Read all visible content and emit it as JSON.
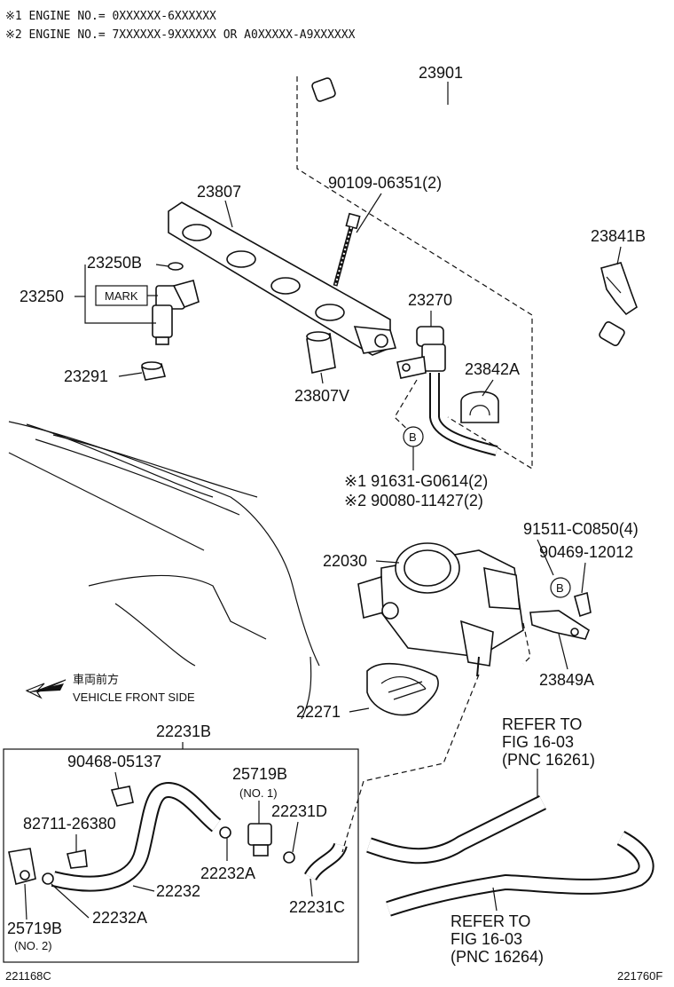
{
  "notes": [
    "※1 ENGINE NO.= 0XXXXXX-6XXXXXX",
    "※2 ENGINE NO.= 7XXXXXX-9XXXXXX OR A0XXXXX-A9XXXXXX"
  ],
  "parts": {
    "p23901": "23901",
    "p23807": "23807",
    "p90109": "90109-06351(2)",
    "p23841B": "23841B",
    "p23250B": "23250B",
    "p23250": "23250",
    "mark": "MARK",
    "p23291": "23291",
    "p23807V": "23807V",
    "p23270": "23270",
    "p23842A": "23842A",
    "p91631": "※1 91631-G0614(2)",
    "p90080": "※2 90080-11427(2)",
    "p91511": "91511-C0850(4)",
    "p90469": "90469-12012",
    "p22030": "22030",
    "p23849A": "23849A",
    "p22271": "22271",
    "p22231B": "22231B",
    "p90468": "90468-05137",
    "p25719B_1": "25719B",
    "no1": "(NO. 1)",
    "p82711": "82711-26380",
    "p22231D": "22231D",
    "p22232A_1": "22232A",
    "p22232": "22232",
    "p22232A_2": "22232A",
    "p25719B_2": "25719B",
    "no2": "(NO. 2)",
    "p22231C": "22231C",
    "circle_b1": "B",
    "circle_b2": "B"
  },
  "refs": {
    "ref1_l1": "REFER TO",
    "ref1_l2": "FIG 16-03",
    "ref1_l3": "(PNC 16261)",
    "ref2_l1": "REFER TO",
    "ref2_l2": "FIG 16-03",
    "ref2_l3": "(PNC 16264)"
  },
  "direction": {
    "jp": "車両前方",
    "en": "VEHICLE FRONT SIDE"
  },
  "footer": {
    "left_code": "221168C",
    "right_code": "221760F"
  }
}
